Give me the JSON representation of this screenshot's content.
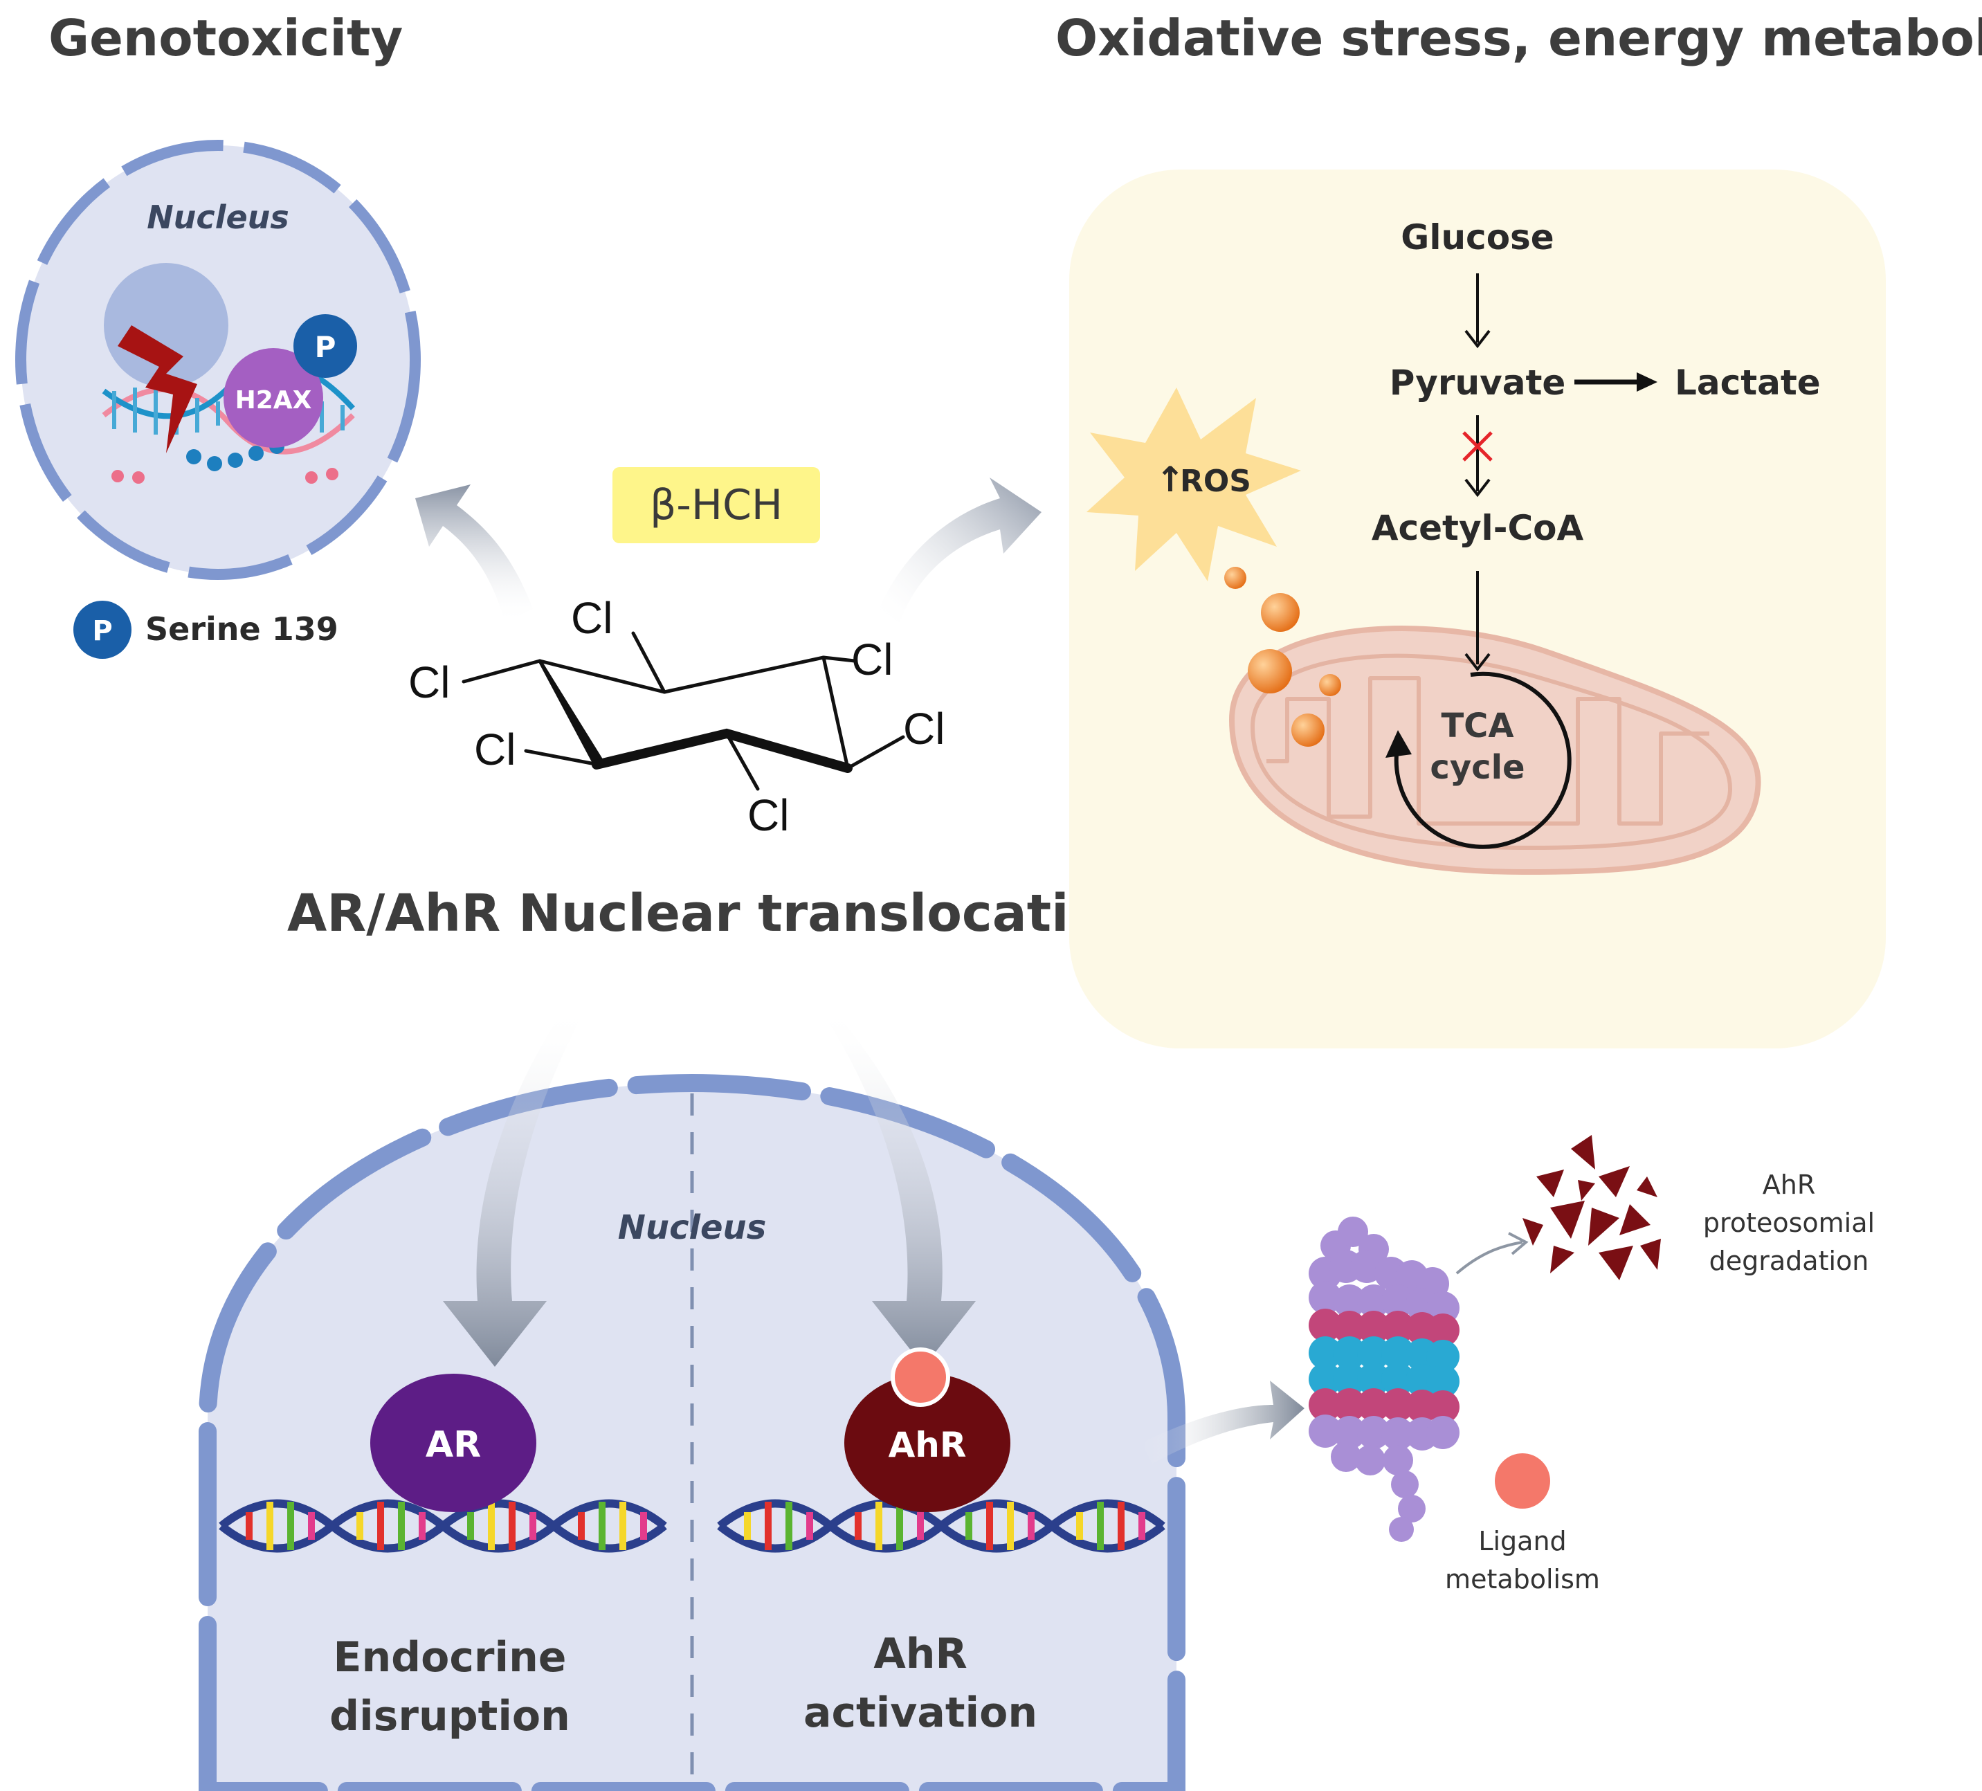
{
  "headings": {
    "genotoxicity": "Genotoxicity",
    "oxidative": "Oxidative stress, energy metabolism",
    "translocation": "AR/AhR Nuclear translocation"
  },
  "compound": {
    "name": "β-HCH",
    "atom": "Cl"
  },
  "genotox_panel": {
    "nucleus_label": "Nucleus",
    "protein_label": "H2AX",
    "phospho_badge": "P",
    "legend_badge": "P",
    "legend_text": "Serine 139"
  },
  "metabolism_panel": {
    "glucose": "Glucose",
    "pyruvate": "Pyruvate",
    "lactate": "Lactate",
    "acetyl_coa": "Acetyl-CoA",
    "tca_line1": "TCA",
    "tca_line2": "cycle",
    "ros_arrow": "↑",
    "ros": "ROS"
  },
  "nuclear_panel": {
    "nucleus_label": "Nucleus",
    "ar_label": "AR",
    "ahr_label": "AhR",
    "endocrine_line1": "Endocrine",
    "endocrine_line2": "disruption",
    "activation_line1": "AhR",
    "activation_line2": "activation"
  },
  "degradation": {
    "line1": "AhR",
    "line2": "proteosomial",
    "line3": "degradation",
    "ligand_line1": "Ligand",
    "ligand_line2": "metabolism"
  },
  "colors": {
    "nucleus_fill": "#dfe3f2",
    "nucleus_border": "#7f97cf",
    "metabolism_bg": "#fdf9e6",
    "badge_blue": "#1a5fa8",
    "h2ax_purple": "#a45fc2",
    "lightning_red": "#a71313",
    "ar_purple": "#5d1d86",
    "ahr_maroon": "#6b0b10",
    "ligand_salmon": "#f4786a",
    "ros_burst": "#fddf98",
    "orange_droplet": "#ef7d22",
    "compound_highlight": "#fef58a",
    "mitochondrion": "#f1d2c7"
  }
}
